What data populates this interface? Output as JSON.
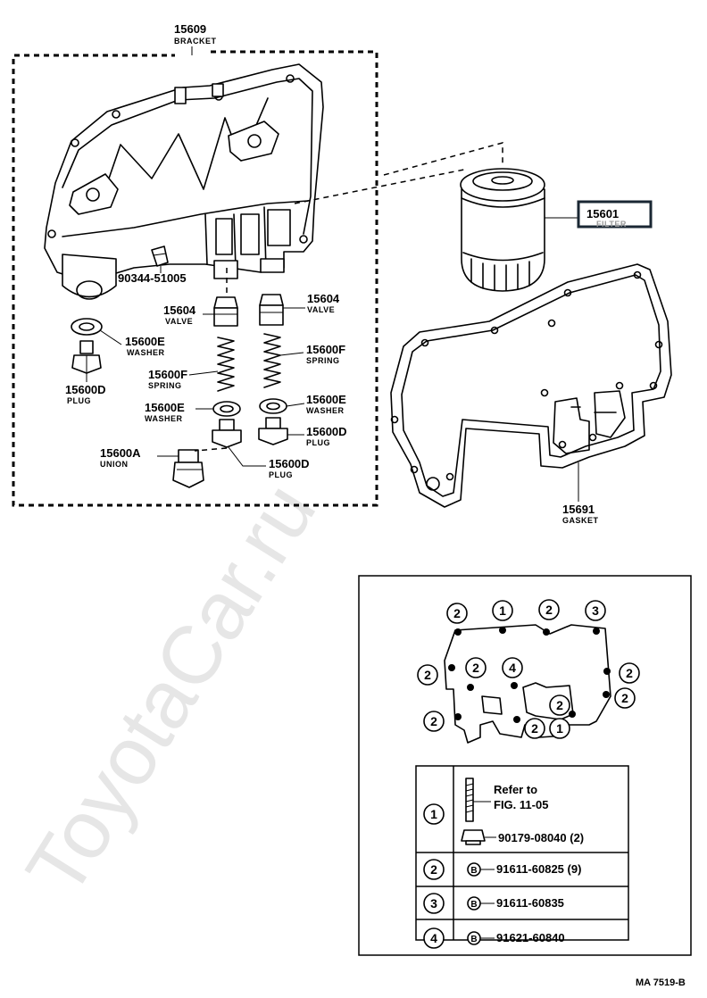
{
  "watermark": "ToyotaCar.ru",
  "footer_code": "MA  7519-B",
  "parts": {
    "bracket": {
      "number": "15609",
      "name": "BRACKET"
    },
    "filter": {
      "number": "15601",
      "name": "FILTER"
    },
    "bolt": {
      "number": "90344-51005"
    },
    "valve_left": {
      "number": "15604",
      "name": "VALVE"
    },
    "valve_right": {
      "number": "15604",
      "name": "VALVE"
    },
    "washer_left_top": {
      "number": "15600E",
      "name": "WASHER"
    },
    "spring_left": {
      "number": "15600F",
      "name": "SPRING"
    },
    "spring_right": {
      "number": "15600F",
      "name": "SPRING"
    },
    "washer_left": {
      "number": "15600E",
      "name": "WASHER"
    },
    "washer_right": {
      "number": "15600E",
      "name": "WASHER"
    },
    "plug_far_left": {
      "number": "15600D",
      "name": "PLUG"
    },
    "plug_right": {
      "number": "15600D",
      "name": "PLUG"
    },
    "plug_center": {
      "number": "15600D",
      "name": "PLUG"
    },
    "union": {
      "number": "15600A",
      "name": "UNION"
    },
    "gasket": {
      "number": "15691",
      "name": "GASKET"
    }
  },
  "bolt_markers": [
    "2",
    "1",
    "2",
    "3",
    "2",
    "2",
    "4",
    "2",
    "2",
    "2",
    "2",
    "2",
    "1"
  ],
  "legend": {
    "rows": [
      {
        "key": "1",
        "line1": "Refer to",
        "line2": "FIG. 11-05",
        "line3": "90179-08040 (2)"
      },
      {
        "key": "2",
        "bolt_mark": "B",
        "text": "91611-60825 (9)"
      },
      {
        "key": "3",
        "bolt_mark": "B",
        "text": "91611-60835"
      },
      {
        "key": "4",
        "bolt_mark": "B",
        "text": "91621-60840"
      }
    ]
  }
}
